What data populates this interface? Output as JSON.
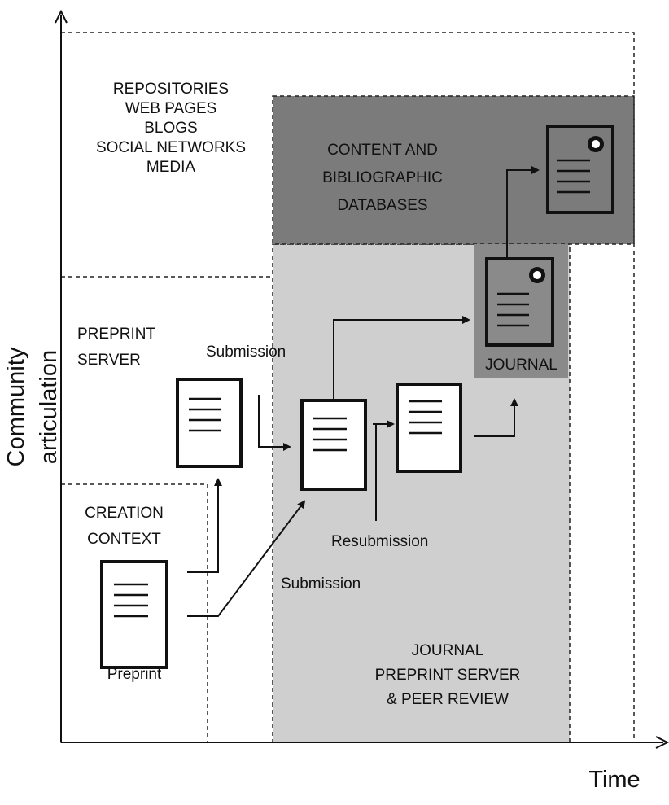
{
  "axes": {
    "y_label": "Community articulation",
    "x_label": "Time"
  },
  "regions": {
    "outer_sources": [
      "REPOSITORIES",
      "WEB PAGES",
      "BLOGS",
      "SOCIAL NETWORKS",
      "MEDIA"
    ],
    "databases": [
      "CONTENT AND",
      "BIBLIOGRAPHIC",
      "DATABASES"
    ],
    "preprint_server": [
      "PREPRINT",
      "SERVER"
    ],
    "creation_context": [
      "CREATION",
      "CONTEXT"
    ],
    "journal_review": [
      "JOURNAL",
      "PREPRINT SERVER",
      "& PEER REVIEW"
    ],
    "journal_box": "JOURNAL"
  },
  "labels": {
    "submission_top": "Submission",
    "submission_bottom": "Submission",
    "resubmission": "Resubmission",
    "preprint": "Preprint"
  },
  "colors": {
    "dark_region": "#7b7b7b",
    "light_region": "#cfcfcf",
    "journal_box": "#8a8a8a",
    "doc_fill": "#ffffff",
    "ink": "#111111"
  }
}
